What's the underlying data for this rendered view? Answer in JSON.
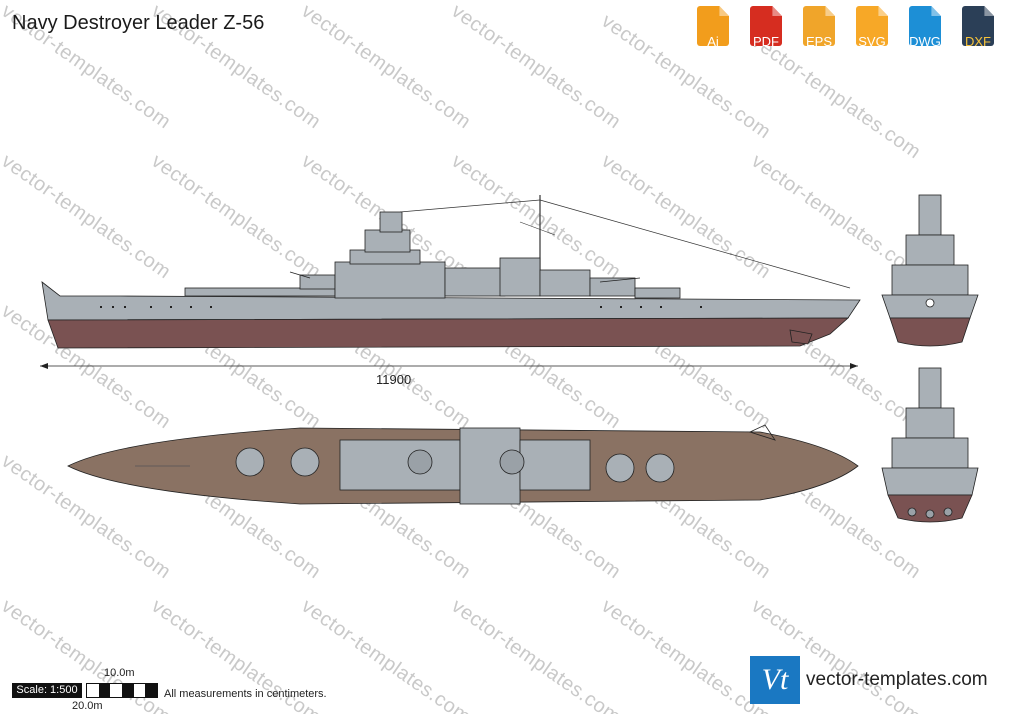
{
  "title": "Navy Destroyer Leader Z-56",
  "watermark": "vector-templates.com",
  "formats": [
    {
      "label": "Ai",
      "color": "#f29d1c"
    },
    {
      "label": "PDF",
      "color": "#d62d20"
    },
    {
      "label": "EPS",
      "color": "#f0a52a"
    },
    {
      "label": "SVG",
      "color": "#f7a827"
    },
    {
      "label": "DWG",
      "color": "#1d8fd6"
    },
    {
      "label": "DXF",
      "color": "#2b3f57"
    }
  ],
  "dimension": "11900",
  "scale": {
    "label": "Scale: 1:500",
    "ten": "10.0m",
    "twenty": "20.0m"
  },
  "note": "All measurements in centimeters.",
  "brand": {
    "logo": "Vt",
    "text": "vector-templates.com"
  },
  "colors": {
    "hull_grey": "#a9b0b6",
    "hull_red": "#7a5252",
    "deck_brown": "#8a7263",
    "outline": "#222222"
  }
}
